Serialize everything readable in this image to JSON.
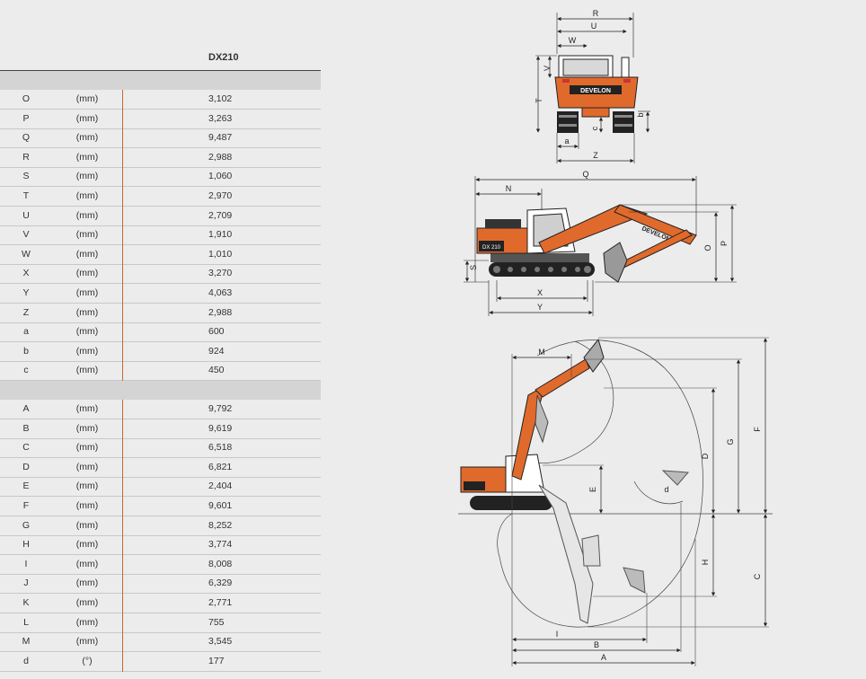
{
  "model": "DX210",
  "brand_label": "DEVELON",
  "cab_label": "DX 210",
  "group1": [
    {
      "code": "O",
      "unit": "(mm)",
      "value": "3,102"
    },
    {
      "code": "P",
      "unit": "(mm)",
      "value": "3,263"
    },
    {
      "code": "Q",
      "unit": "(mm)",
      "value": "9,487"
    },
    {
      "code": "R",
      "unit": "(mm)",
      "value": "2,988"
    },
    {
      "code": "S",
      "unit": "(mm)",
      "value": "1,060"
    },
    {
      "code": "T",
      "unit": "(mm)",
      "value": "2,970"
    },
    {
      "code": "U",
      "unit": "(mm)",
      "value": "2,709"
    },
    {
      "code": "V",
      "unit": "(mm)",
      "value": "1,910"
    },
    {
      "code": "W",
      "unit": "(mm)",
      "value": "1,010"
    },
    {
      "code": "X",
      "unit": "(mm)",
      "value": "3,270"
    },
    {
      "code": "Y",
      "unit": "(mm)",
      "value": "4,063"
    },
    {
      "code": "Z",
      "unit": "(mm)",
      "value": "2,988"
    },
    {
      "code": "a",
      "unit": "(mm)",
      "value": "600"
    },
    {
      "code": "b",
      "unit": "(mm)",
      "value": "924"
    },
    {
      "code": "c",
      "unit": "(mm)",
      "value": "450"
    }
  ],
  "group2": [
    {
      "code": "A",
      "unit": "(mm)",
      "value": "9,792"
    },
    {
      "code": "B",
      "unit": "(mm)",
      "value": "9,619"
    },
    {
      "code": "C",
      "unit": "(mm)",
      "value": "6,518"
    },
    {
      "code": "D",
      "unit": "(mm)",
      "value": "6,821"
    },
    {
      "code": "E",
      "unit": "(mm)",
      "value": "2,404"
    },
    {
      "code": "F",
      "unit": "(mm)",
      "value": "9,601"
    },
    {
      "code": "G",
      "unit": "(mm)",
      "value": "8,252"
    },
    {
      "code": "H",
      "unit": "(mm)",
      "value": "3,774"
    },
    {
      "code": "I",
      "unit": "(mm)",
      "value": "8,008"
    },
    {
      "code": "J",
      "unit": "(mm)",
      "value": "6,329"
    },
    {
      "code": "K",
      "unit": "(mm)",
      "value": "2,771"
    },
    {
      "code": "L",
      "unit": "(mm)",
      "value": "755"
    },
    {
      "code": "M",
      "unit": "(mm)",
      "value": "3,545"
    },
    {
      "code": "d",
      "unit": "(°)",
      "value": "177"
    }
  ],
  "colors": {
    "accent": "#e06a2c",
    "band": "#d4d4d4",
    "background": "#ececec"
  }
}
